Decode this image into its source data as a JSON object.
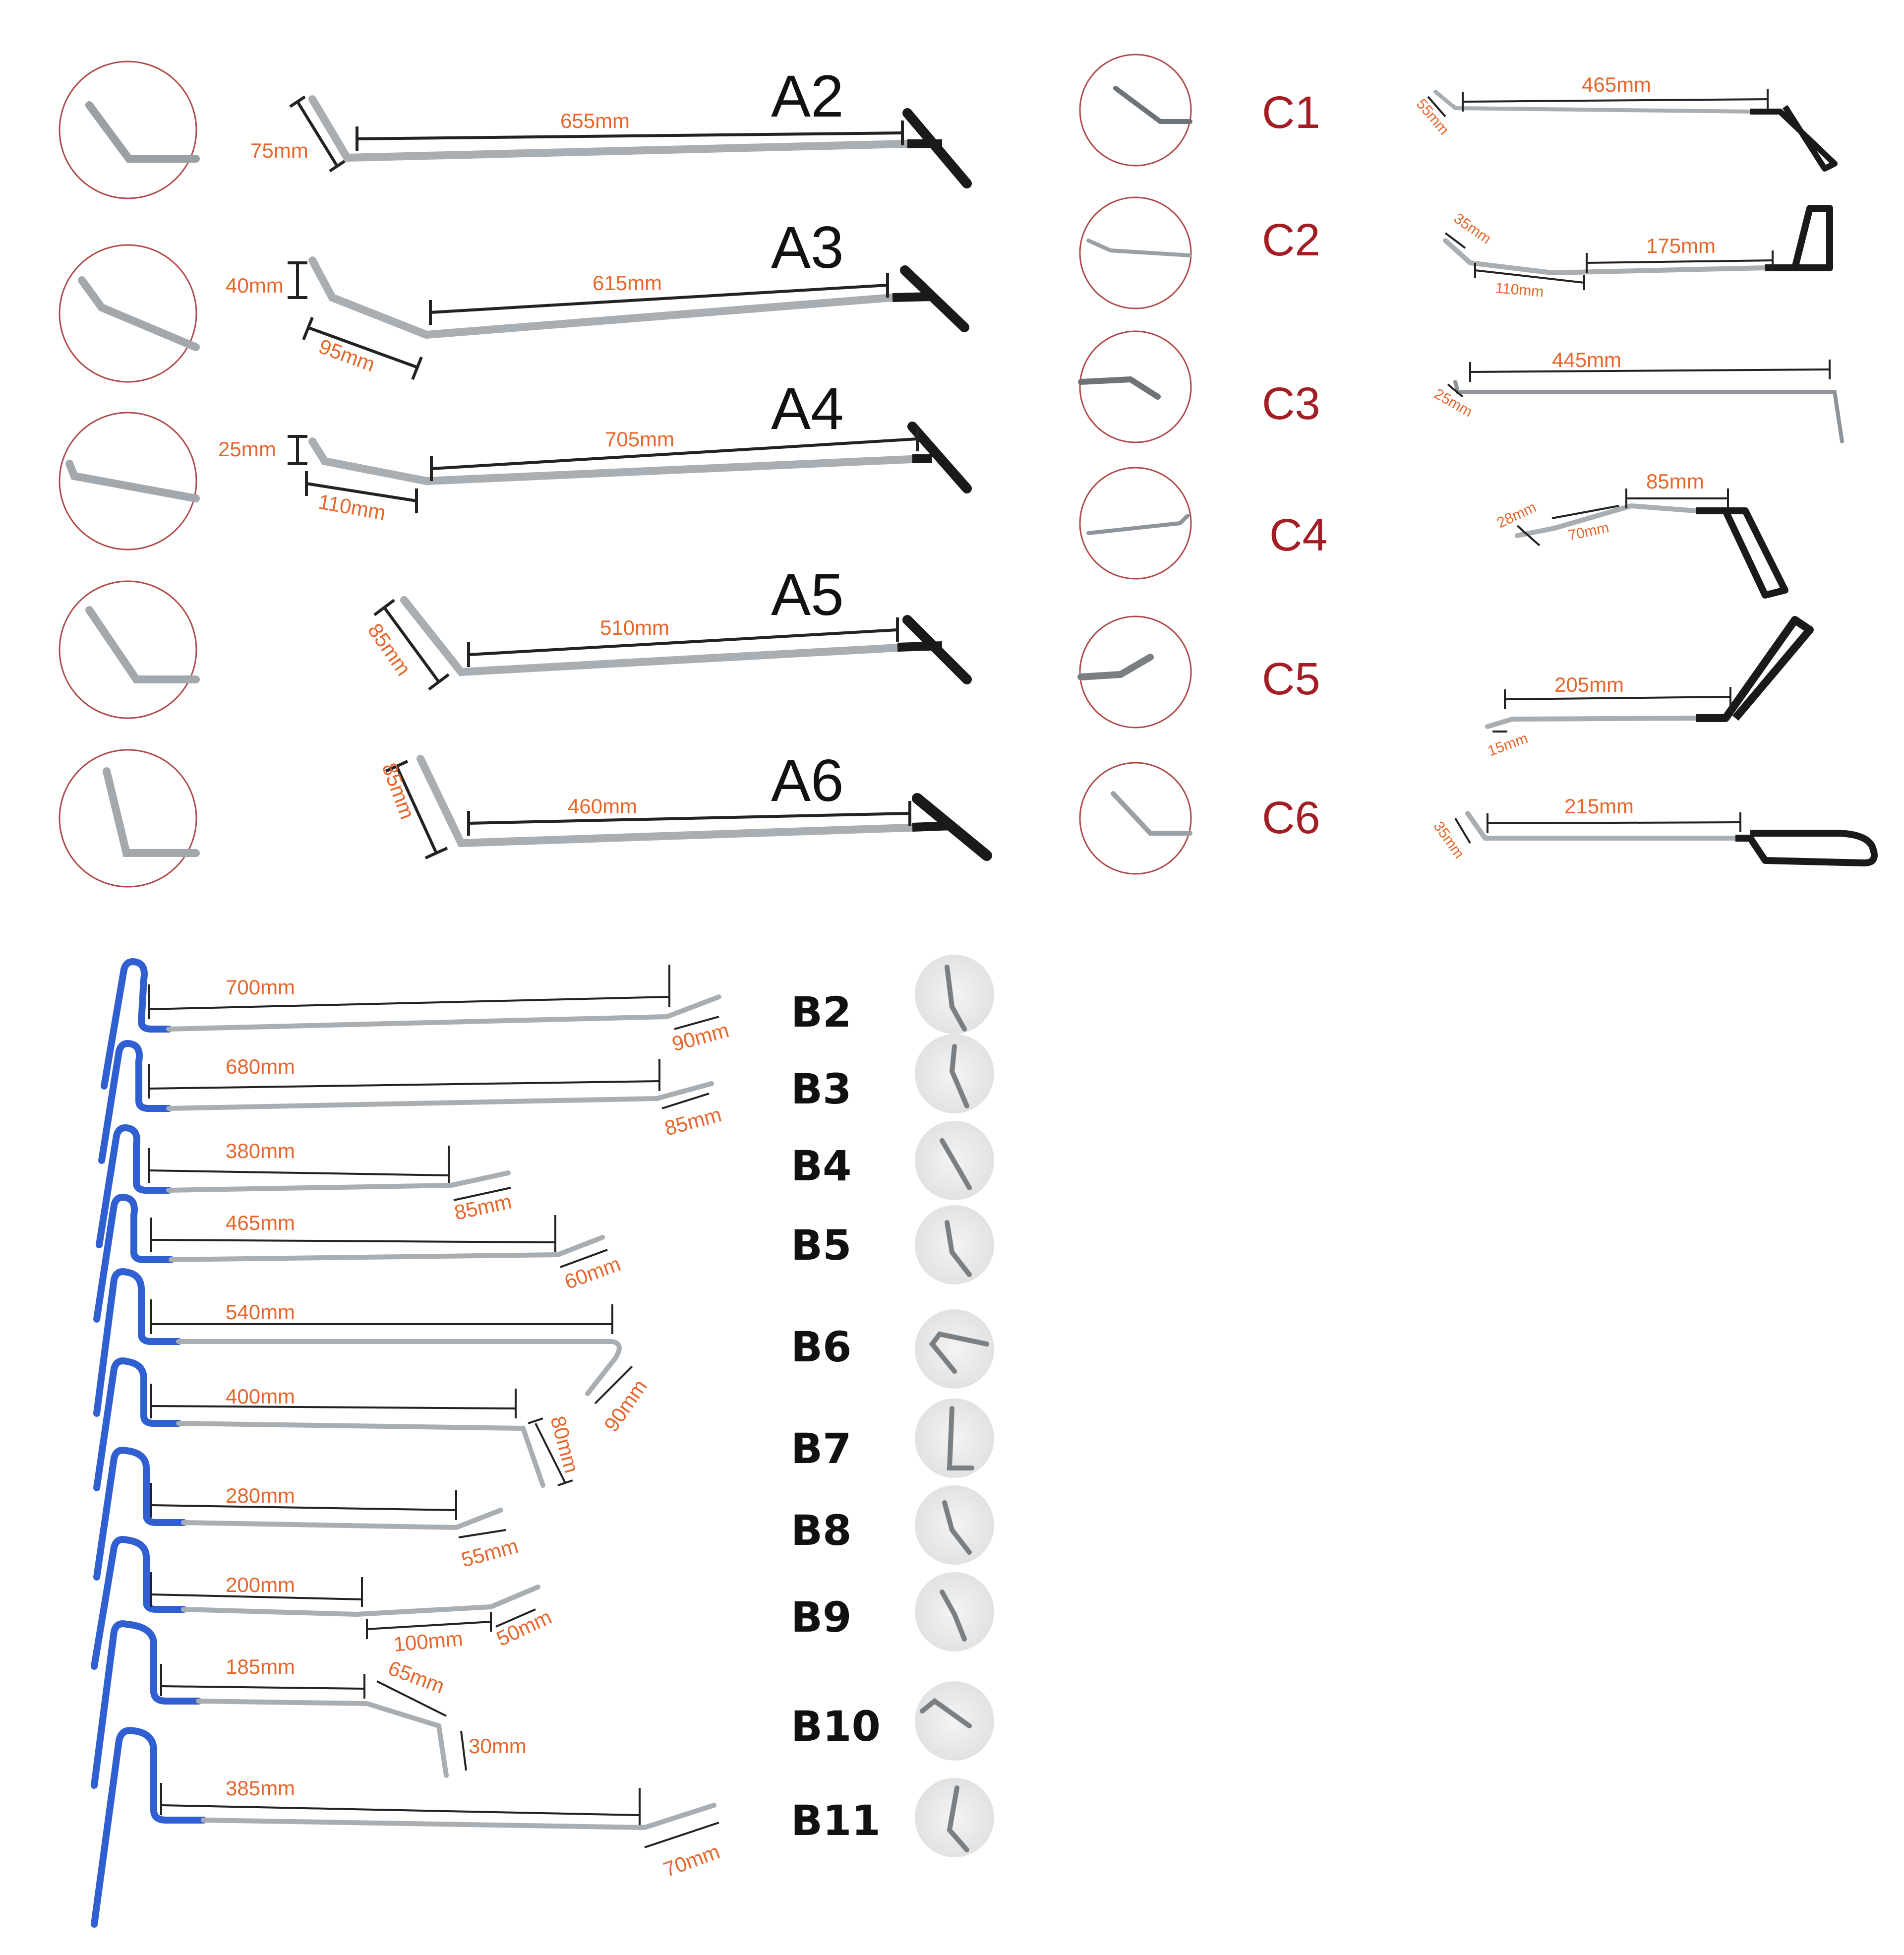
{
  "a_series": [
    {
      "name": "A2",
      "dims": [
        "75mm",
        "655mm"
      ]
    },
    {
      "name": "A3",
      "dims": [
        "40mm",
        "615mm",
        "95mm"
      ]
    },
    {
      "name": "A4",
      "dims": [
        "25mm",
        "705mm",
        "110mm"
      ]
    },
    {
      "name": "A5",
      "dims": [
        "85mm",
        "510mm"
      ]
    },
    {
      "name": "A6",
      "dims": [
        "85mm",
        "460mm"
      ]
    }
  ],
  "c_series": [
    {
      "name": "C1",
      "dims": [
        "55mm",
        "465mm"
      ]
    },
    {
      "name": "C2",
      "dims": [
        "35mm",
        "175mm",
        "110mm"
      ]
    },
    {
      "name": "C3",
      "dims": [
        "25mm",
        "445mm"
      ]
    },
    {
      "name": "C4",
      "dims": [
        "28mm",
        "85mm",
        "70mm"
      ]
    },
    {
      "name": "C5",
      "dims": [
        "205mm",
        "15mm"
      ]
    },
    {
      "name": "C6",
      "dims": [
        "35mm",
        "215mm"
      ]
    }
  ],
  "b_series": [
    {
      "name": "B2",
      "dims": [
        "700mm",
        "90mm"
      ]
    },
    {
      "name": "B3",
      "dims": [
        "680mm",
        "85mm"
      ]
    },
    {
      "name": "B4",
      "dims": [
        "380mm",
        "85mm"
      ]
    },
    {
      "name": "B5",
      "dims": [
        "465mm",
        "60mm"
      ]
    },
    {
      "name": "B6",
      "dims": [
        "540mm",
        "90mm"
      ]
    },
    {
      "name": "B7",
      "dims": [
        "400mm",
        "80mm"
      ]
    },
    {
      "name": "B8",
      "dims": [
        "280mm",
        "55mm"
      ]
    },
    {
      "name": "B9",
      "dims": [
        "200mm",
        "100mm",
        "50mm"
      ]
    },
    {
      "name": "B10",
      "dims": [
        "185mm",
        "65mm",
        "30mm"
      ]
    },
    {
      "name": "B11",
      "dims": [
        "385mm",
        "70mm"
      ]
    }
  ],
  "colors": {
    "rod": "#bfc3c6",
    "handle_black": "#1a1a1a",
    "handle_blue": "#2f5fd0",
    "dimension_text": "#e8662b",
    "c_label": "#a31d24",
    "circle_border": "#b04a4a"
  }
}
